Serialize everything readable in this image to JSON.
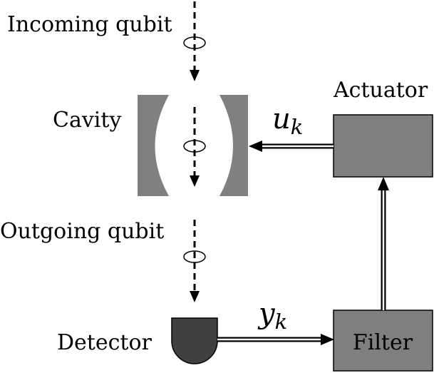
{
  "labels": {
    "incoming": "Incoming qubit",
    "cavity": "Cavity",
    "outgoing": "Outgoing qubit",
    "detector": "Detector",
    "actuator": "Actuator",
    "filter": "Filter"
  },
  "signals": {
    "control": {
      "base": "u",
      "sub": "k"
    },
    "measurement": {
      "base": "y",
      "sub": "k"
    }
  },
  "colors": {
    "mirror": "#808080",
    "box": "#7f7f7f",
    "detector": "#404040",
    "line": "#000000"
  }
}
